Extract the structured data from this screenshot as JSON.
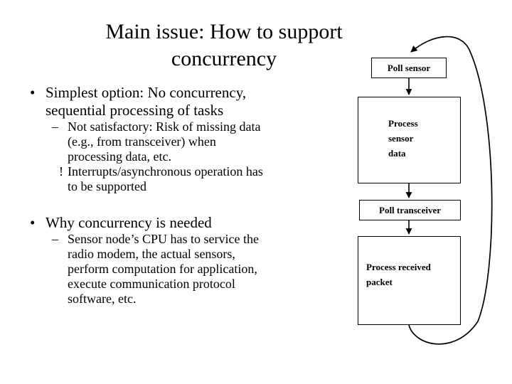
{
  "slide": {
    "title_line1": "Main issue: How to support",
    "title_line2": "concurrency",
    "background_color": "#ffffff",
    "text_color": "#000000"
  },
  "content": {
    "bullets": [
      {
        "level": 1,
        "marker": "•",
        "lines": [
          "Simplest option: No concurrency,",
          "sequential processing of tasks"
        ]
      },
      {
        "level": 2,
        "marker": "–",
        "lines": [
          "Not satisfactory: Risk of missing data",
          "(e.g., from transceiver) when",
          "processing data, etc."
        ]
      },
      {
        "level": 3,
        "marker": "!",
        "lines": [
          "Interrupts/asynchronous operation has",
          "to be supported"
        ]
      },
      {
        "level": 1,
        "marker": "•",
        "lines": [
          "Why concurrency is needed"
        ]
      },
      {
        "level": 2,
        "marker": "–",
        "lines": [
          "Sensor node’s CPU has to service the",
          "radio modem, the actual sensors,",
          "perform computation for application,",
          "execute communication protocol",
          "software, etc."
        ]
      }
    ]
  },
  "flowchart": {
    "boxes": [
      {
        "id": "poll-sensor",
        "lines": [
          "Poll sensor"
        ]
      },
      {
        "id": "process-sensor",
        "lines": [
          "Process",
          "sensor",
          "data"
        ]
      },
      {
        "id": "poll-transceiver",
        "lines": [
          "Poll transceiver"
        ]
      },
      {
        "id": "process-packet",
        "lines": [
          "Process received",
          "packet"
        ]
      }
    ],
    "connectors": [
      {
        "from": "poll-sensor",
        "to": "process-sensor",
        "kind": "arrow-down"
      },
      {
        "from": "process-sensor",
        "to": "poll-transceiver",
        "kind": "arrow-down"
      },
      {
        "from": "poll-transceiver",
        "to": "process-packet",
        "kind": "arrow-down"
      },
      {
        "from": "process-packet",
        "to": "poll-sensor",
        "kind": "curved-loop-back-arrow"
      }
    ],
    "line_color": "#000000"
  }
}
